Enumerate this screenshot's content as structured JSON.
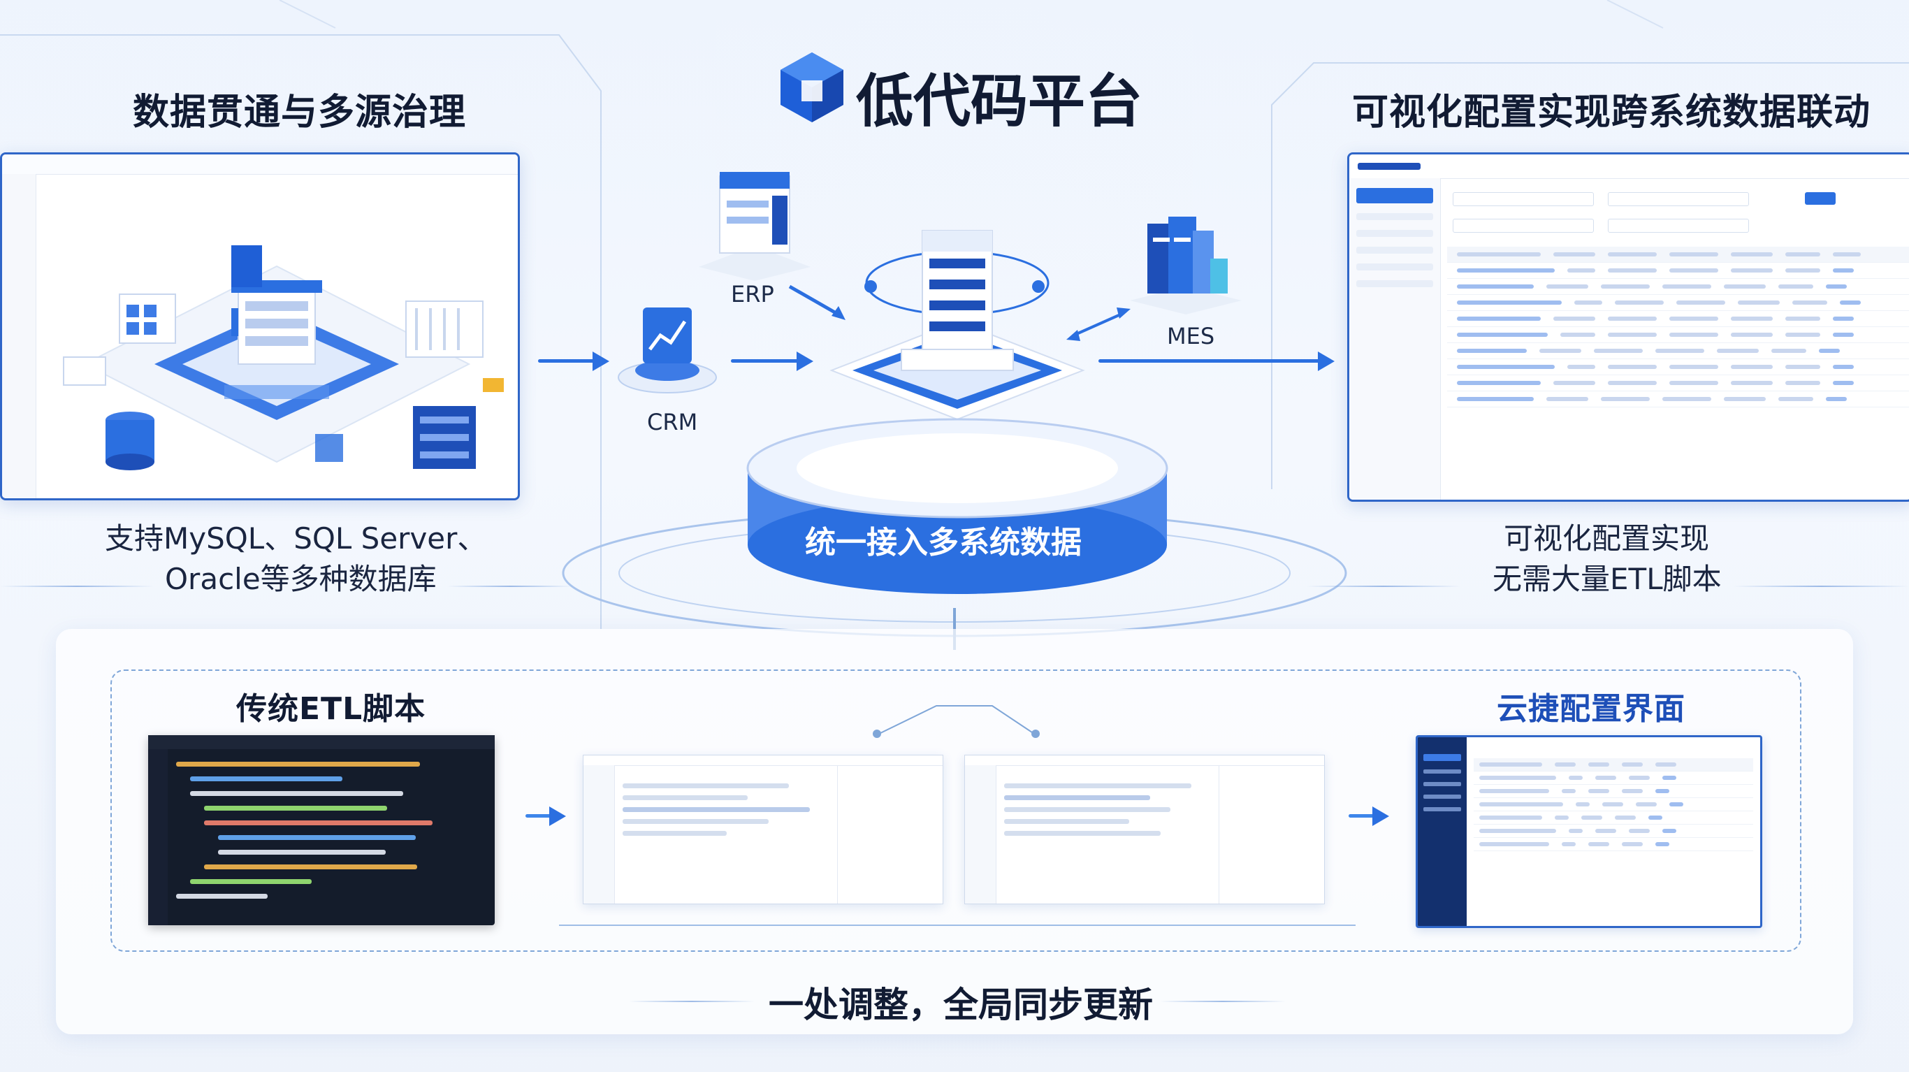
{
  "title": "低代码平台",
  "colors": {
    "accent": "#2b6fe0",
    "dark_blue": "#1e4fb8",
    "panel_border": "#2f66c8",
    "code_bg": "#141c2b"
  },
  "left": {
    "heading": "数据贯通与多源治理",
    "caption_line1": "支持MySQL、SQL Server、",
    "caption_line2": "Oracle等多种数据库"
  },
  "right": {
    "heading": "可视化配置实现跨系统数据联动",
    "caption_line1": "可视化配置实现",
    "caption_line2": "无需大量ETL脚本"
  },
  "center": {
    "platform_label": "统一接入多系统数据",
    "nodes": {
      "erp": "ERP",
      "crm": "CRM",
      "mes": "MES"
    }
  },
  "bottom": {
    "traditional_heading": "传统ETL脚本",
    "config_heading": "云捷配置界面",
    "footer": "一处调整，全局同步更新"
  },
  "icons": [
    "logo-cube-icon",
    "server-stack-icon",
    "chart-icon",
    "book-files-icon",
    "database-icon",
    "arrow-right-icon"
  ]
}
